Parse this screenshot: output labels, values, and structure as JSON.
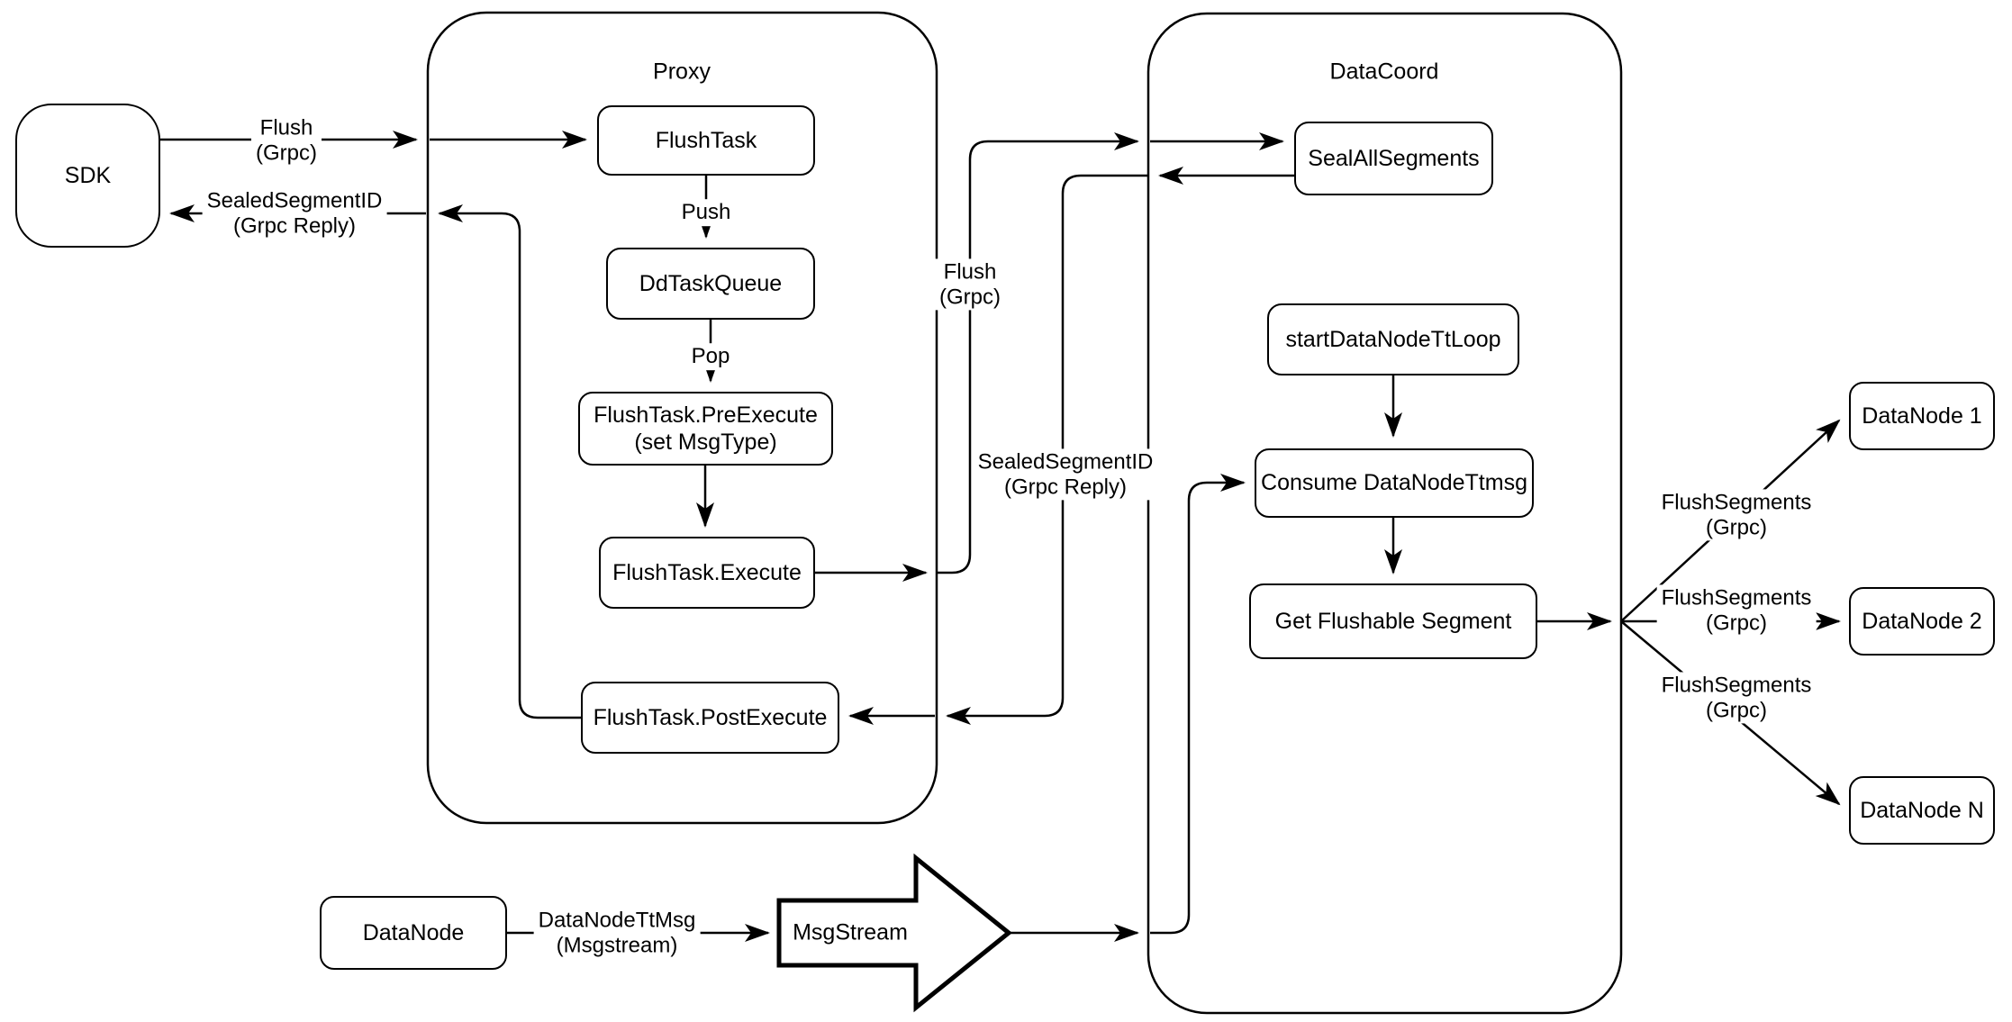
{
  "diagram": {
    "colors": {
      "stroke": "#000000",
      "background": "#ffffff"
    },
    "containers": {
      "proxy": {
        "title": "Proxy"
      },
      "datacoord": {
        "title": "DataCoord"
      }
    },
    "nodes": {
      "sdk": {
        "label": "SDK"
      },
      "flush_task": {
        "label": "FlushTask"
      },
      "dd_task_queue": {
        "label": "DdTaskQueue"
      },
      "pre_execute": {
        "label": "FlushTask.PreExecute",
        "sublabel": "(set MsgType)"
      },
      "execute": {
        "label": "FlushTask.Execute"
      },
      "post_execute": {
        "label": "FlushTask.PostExecute"
      },
      "seal_all_segments": {
        "label": "SealAllSegments"
      },
      "start_datanode_loop": {
        "label": "startDataNodeTtLoop"
      },
      "consume_ttmsg": {
        "label": "Consume DataNodeTtmsg"
      },
      "get_flushable": {
        "label": "Get Flushable Segment"
      },
      "datanode_source": {
        "label": "DataNode"
      },
      "msgstream": {
        "label": "MsgStream"
      },
      "datanode_1": {
        "label": "DataNode 1"
      },
      "datanode_2": {
        "label": "DataNode 2"
      },
      "datanode_n": {
        "label": "DataNode N"
      }
    },
    "edge_labels": {
      "flush_sdk": {
        "line1": "Flush",
        "line2": "(Grpc)"
      },
      "sealed_sdk": {
        "line1": "SealedSegmentID",
        "line2": "(Grpc Reply)"
      },
      "push": {
        "line1": "Push"
      },
      "pop": {
        "line1": "Pop"
      },
      "flush_mid": {
        "line1": "Flush",
        "line2": "(Grpc)"
      },
      "sealed_mid": {
        "line1": "SealedSegmentID",
        "line2": "(Grpc Reply)"
      },
      "flush_seg_1": {
        "line1": "FlushSegments",
        "line2": "(Grpc)"
      },
      "flush_seg_2": {
        "line1": "FlushSegments",
        "line2": "(Grpc)"
      },
      "flush_seg_3": {
        "line1": "FlushSegments",
        "line2": "(Grpc)"
      },
      "datanodettmsg": {
        "line1": "DataNodeTtMsg",
        "line2": "(Msgstream)"
      }
    }
  }
}
